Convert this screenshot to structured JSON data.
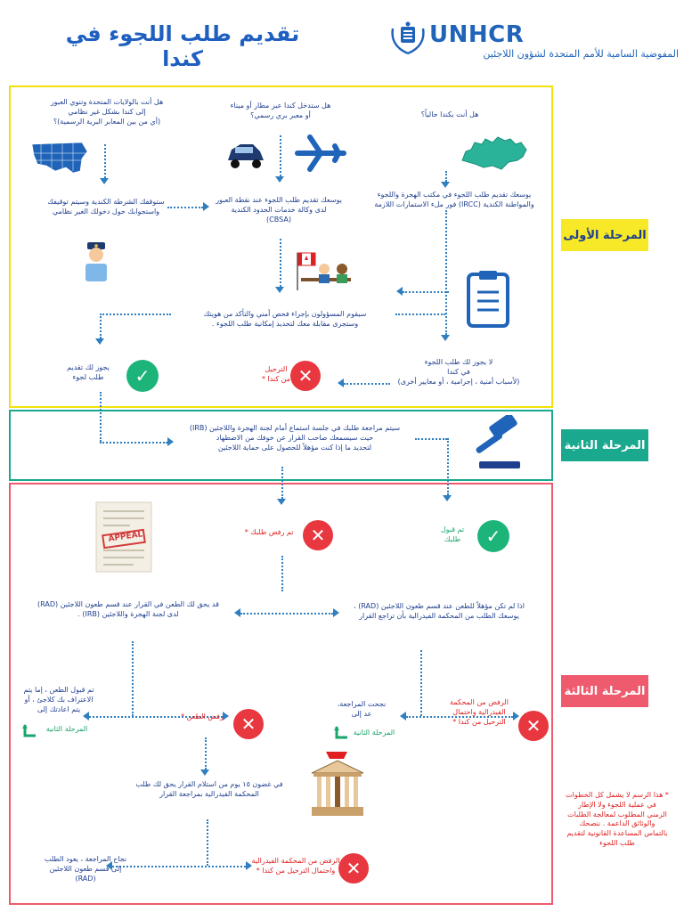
{
  "header": {
    "title": "تقديم طلب اللجوء في كندا",
    "logo_text": "UNHCR",
    "logo_subtitle": "المفوضية السامية للأمم المتحدة لشؤون اللاجئين"
  },
  "stages": {
    "stage1": "المرحلة الأولى",
    "stage2": "المرحلة الثانية",
    "stage3": "المرحلة الثالثة"
  },
  "stage1": {
    "q_in_canada": "هل أنت بكندا حالياً؟",
    "q_port_of_entry": "هل ستدخل كندا عبر مطار أو ميناء\nأو معبر بري رسمي؟",
    "q_irregular": "هل أنت بالولايات المتحدة وتنوي العبور\nإلى كندا بشكل غير نظامي\n(أي من بين المعابر البرية الرسمية)؟",
    "ircc": "يوسعك تقديم طلب اللجوء في مكتب الهجرة واللجوء\nوالمواطنة الكندية (IRCC) فور ملء الاستمارات اللازمة",
    "cbsa": "يوسعك تقديم طلب اللجوء عند نقطة العبور\nلدى وكالة خدمات الحدود الكندية\n(CBSA)",
    "police": "ستوقفك الشرطة الكندية وسيتم توقيفك\nواستجوابك حول دخولك الغير نظامي",
    "security": "سيقوم المسؤولون بإجراء فحص أمني والتأكد من هويتك\nوستجرى مقابلة معك لتحديد إمكانية طلب اللجوء .",
    "not_eligible": "لا يجوز لك طلب اللجوء\nفي كندا\n(لأسباب أمنية ، إجرامية ، أو معايير أخرى)",
    "deport": "الترحيل\nمن كندا *",
    "may_claim": "يجوز لك تقديم\nطلب لجوء"
  },
  "stage2": {
    "irb": "سيتم مراجعة طلبك في جلسة استماع أمام لجنة الهجرة واللاجئين (IRB)\nحيث سيسمعك صاحب القرار عن خوفك من الاضطهاد\nلتحديد ما إذا كنت مؤهلاً للحصول على حماية اللاجئين"
  },
  "stage3": {
    "accepted": "تم قبول\nطلبك",
    "rejected": "تم رفض طلبك *",
    "appeal_stamp": "APPEAL",
    "rad_appeal": "قد يحق لك الطعن في القرار عند قسم طعون اللاجئين (RAD)\nلدى لجنة الهجرة واللاجئين (IRB) .",
    "not_eligible_rad": "اذا لم تكن مؤهلاً للطعن عند قسم طعون اللاجئين (RAD) ،\nيوسعك الطلب من المحكمة الفيدرالية بأن تراجع القرار",
    "appeal_accepted": "تم قبول الطعن ، إما يتم\nالاعتراف بك كلاجئ ، أو\nيتم اعادتك إلى",
    "stage2_return_a": "المرحلة الثانية",
    "appeal_rejected": "رفض الطعن *",
    "review_success": "نجحت المراجعة،\nعد إلى",
    "stage2_return_b": "المرحلة الثانية",
    "fc_reject_deport": "الرفض من المحكمة\nالفيدرالية واحتمال\nالترحيل من كندا *",
    "fc_15days": "في غضون ١٥ يوم من استلام القرار يحق لك طلب\nالمحكمة الفيدرالية بمراجعة القرار",
    "review_success_rad": "نجاح المراجعة ، يعود الطلب\nإلى قسم طعون اللاجئين\n(RAD)",
    "fc_reject_final": "الرفض من المحكمة الفيدرالية\nواحتمال الترحيل من كندا *",
    "footnote": "* هذا الرسم لا يشمل كل الخطوات\nفي عملية اللجوء ولا الإطار\nالزمني المطلوب لمعالجة الطلبات\nوالوثائق الداعمة . ننصحك\nبالتماس المساعدة القانونية لتقديم\nطلب اللجوء"
  },
  "colors": {
    "stage1": "#f2e10a",
    "stage2": "#1aa88e",
    "stage3": "#ee5a6e",
    "blue": "#1f3f8f",
    "red": "#e02020"
  }
}
